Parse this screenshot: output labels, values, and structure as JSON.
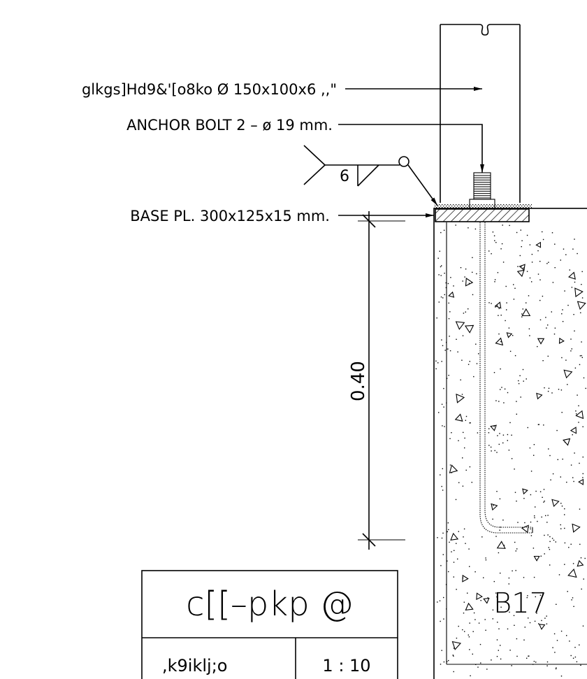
{
  "drawing": {
    "labels": {
      "column_spec": "glkgs]Hd9&'[o8ko Ø 150x100x6 ,,\"",
      "anchor_bolt": "ANCHOR BOLT 2 – ø 19 mm.",
      "base_plate": "BASE PL. 300x125x15 mm.",
      "weld_size": "6",
      "embed_depth": "0.40",
      "footing_mark": "B17"
    },
    "title_block": {
      "title": "c[[–pkp  @",
      "scale_label": ",k9iklj;o",
      "scale_value": "1 : 10"
    }
  }
}
